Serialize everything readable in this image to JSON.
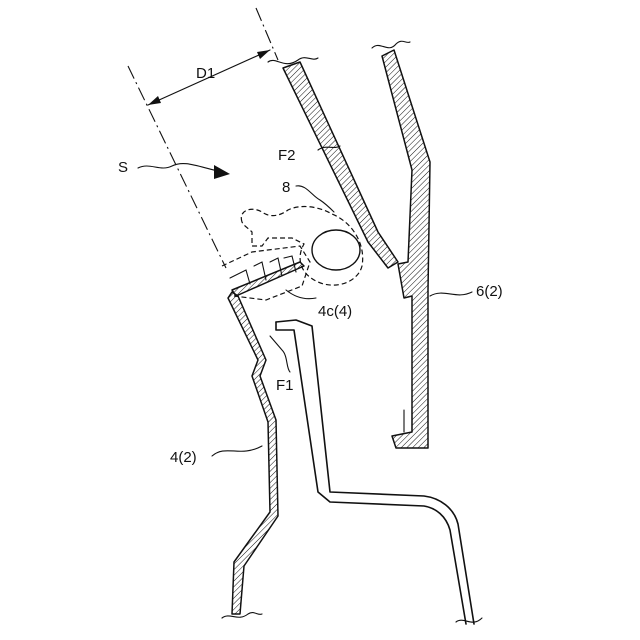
{
  "labels": {
    "d1": "D1",
    "s": "S",
    "f2": "F2",
    "ref8": "8",
    "ref4c": "4c(4)",
    "ref6": "6(2)",
    "f1": "F1",
    "ref4": "4(2)"
  }
}
